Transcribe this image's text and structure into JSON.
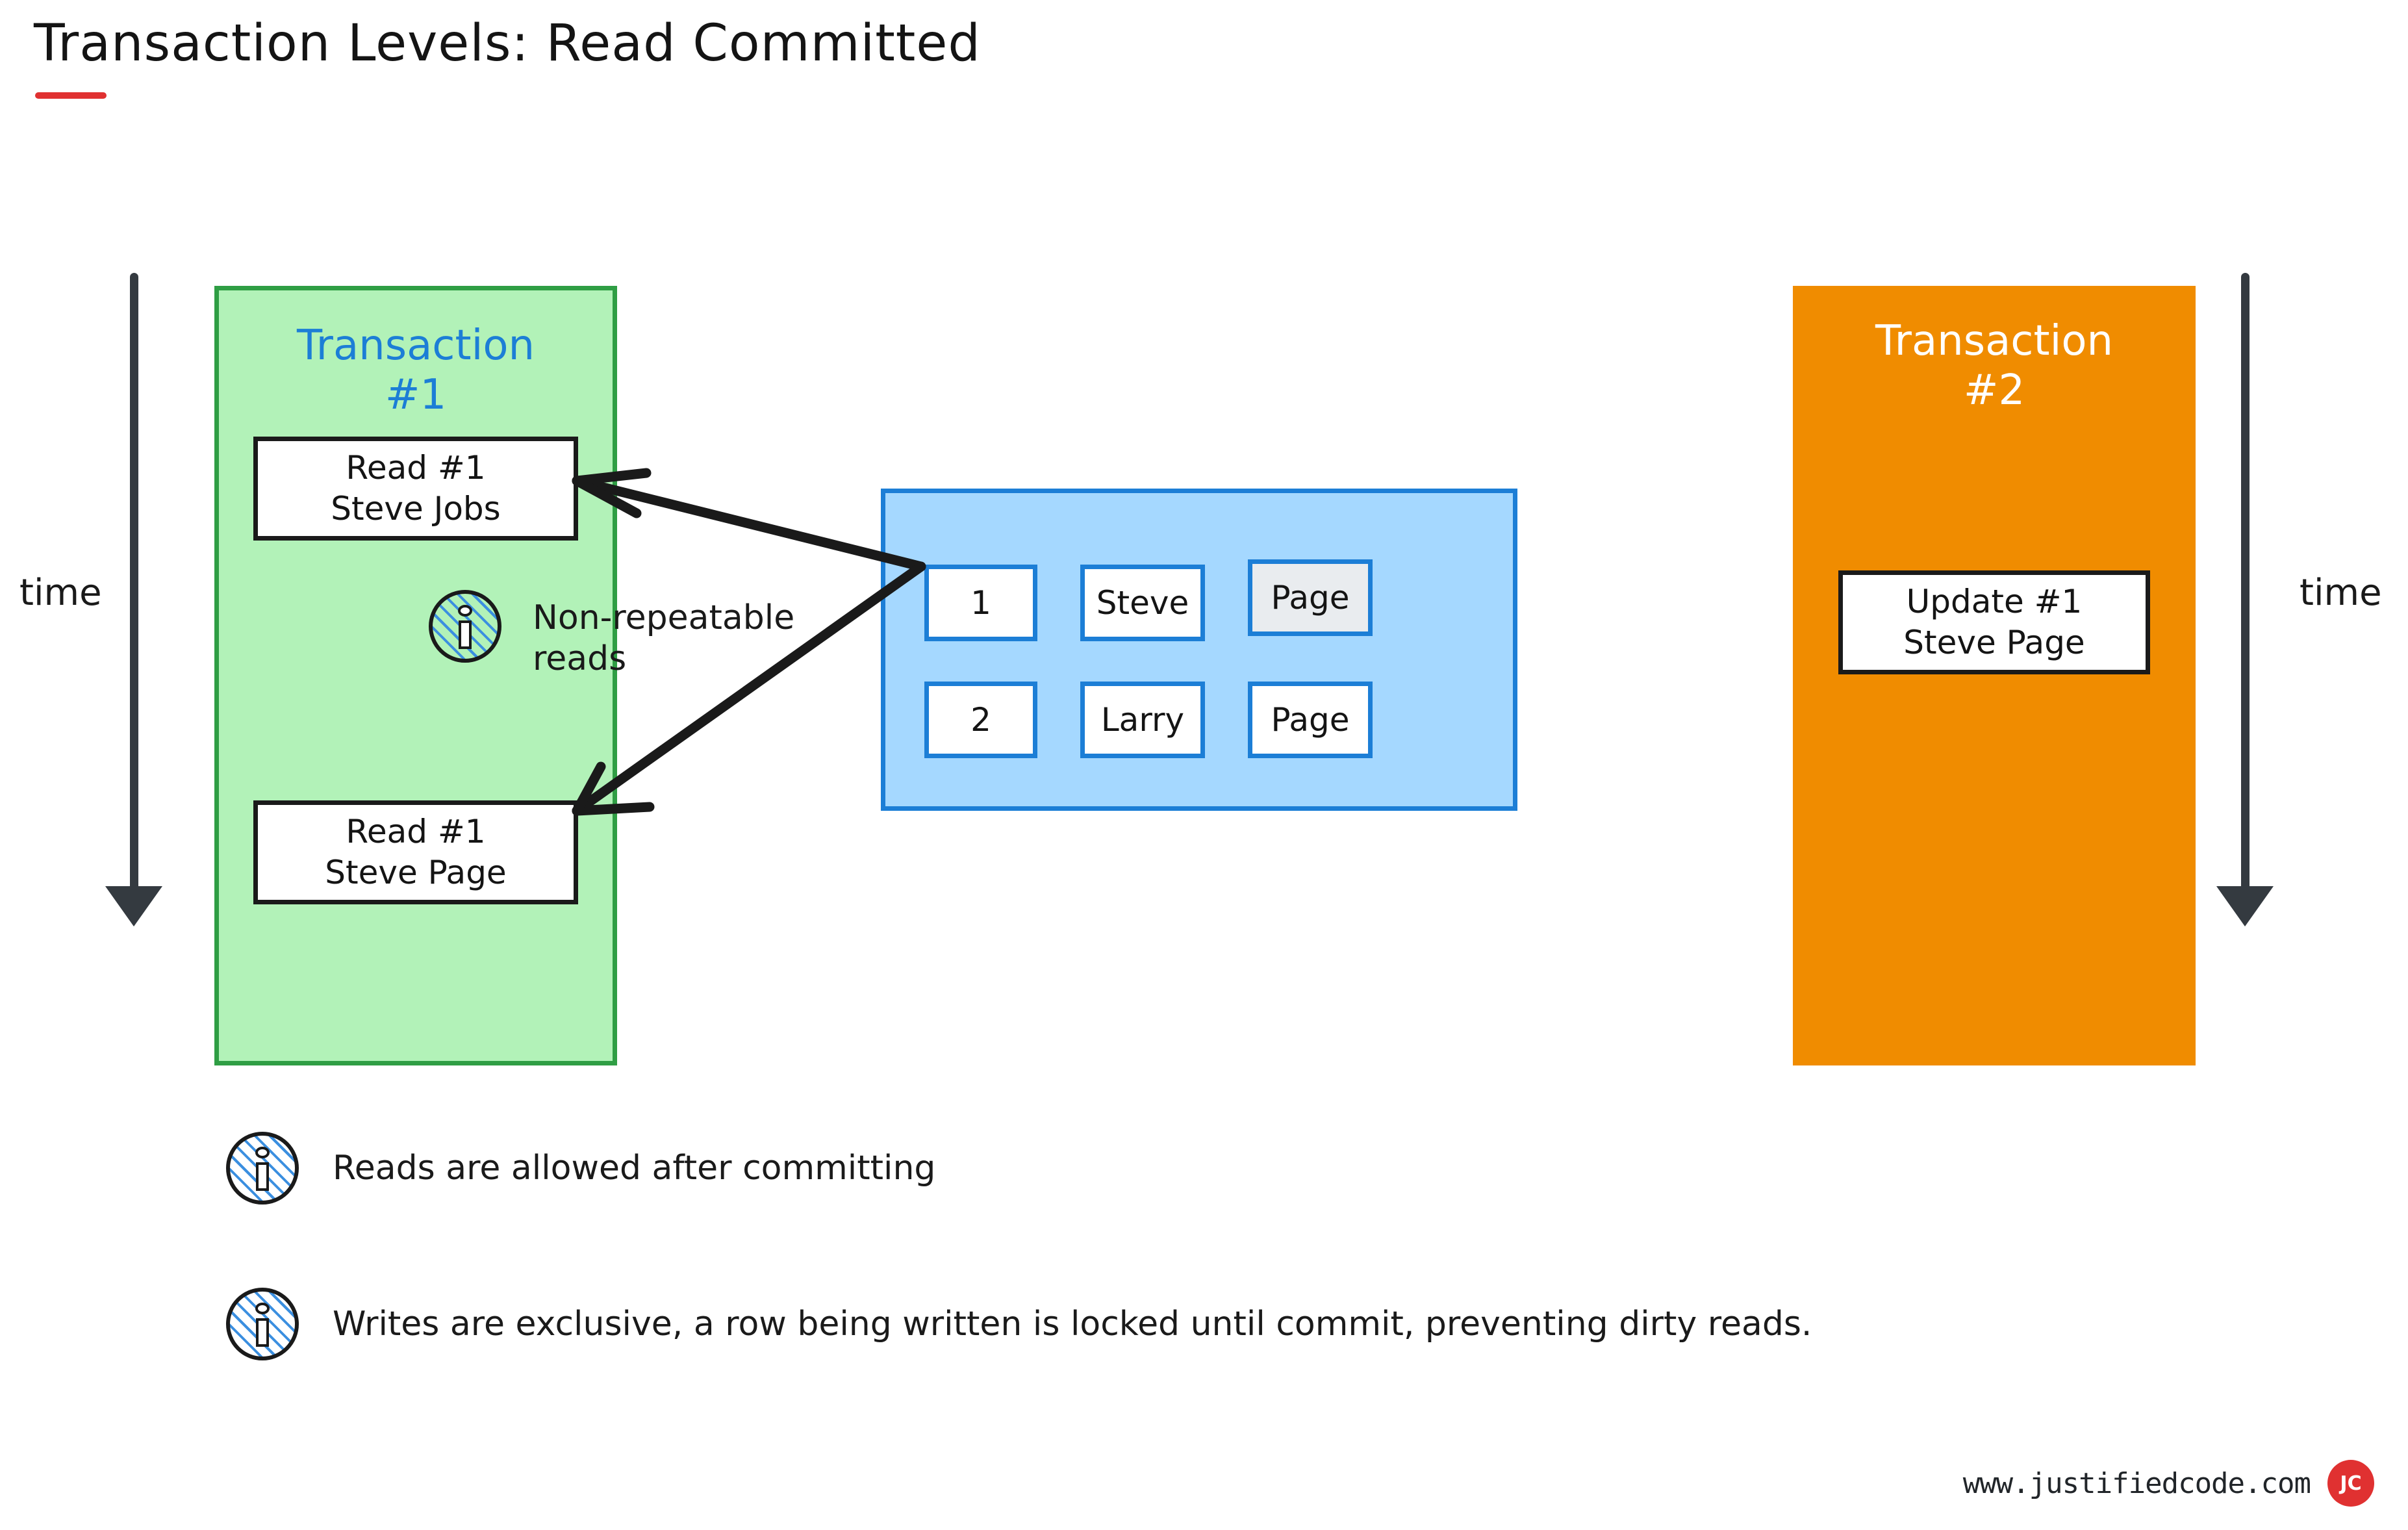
{
  "title": "Transaction Levels: Read Committed",
  "time_axes": {
    "left_label": "time",
    "right_label": "time"
  },
  "transaction_1": {
    "title": "Transaction\n#1",
    "title_color": "#1c7ed6",
    "fill_color": "#b2f2b8",
    "border_color": "#2f9e44",
    "operations": [
      {
        "name": "read-1",
        "text": "Read #1\nSteve Jobs"
      },
      {
        "name": "read-2",
        "text": "Read #1\nSteve Page"
      }
    ],
    "annotation": {
      "icon": "info-icon",
      "text": "Non-repeatable\nreads"
    }
  },
  "transaction_2": {
    "title": "Transaction\n#2",
    "title_color": "#ffffff",
    "fill_color": "#f08c00",
    "operations": [
      {
        "name": "update-1",
        "text": "Update #1\nSteve Page"
      }
    ]
  },
  "database_table": {
    "fill_color": "#a5d8ff",
    "border_color": "#1c7ed6",
    "rows": [
      {
        "cells": [
          {
            "value": "1",
            "highlighted": false
          },
          {
            "value": "Steve",
            "highlighted": false
          },
          {
            "value": "Page",
            "highlighted": true
          }
        ]
      },
      {
        "cells": [
          {
            "value": "2",
            "highlighted": false
          },
          {
            "value": "Larry",
            "highlighted": false
          },
          {
            "value": "Page",
            "highlighted": false
          }
        ]
      }
    ]
  },
  "legend": [
    {
      "icon": "info-icon",
      "text": "Reads are allowed after committing"
    },
    {
      "icon": "info-icon",
      "text": "Writes are exclusive, a row being written is locked until commit, preventing dirty reads."
    }
  ],
  "footer": {
    "url": "www.justifiedcode.com",
    "badge": "JC",
    "badge_color": "#e03131"
  }
}
